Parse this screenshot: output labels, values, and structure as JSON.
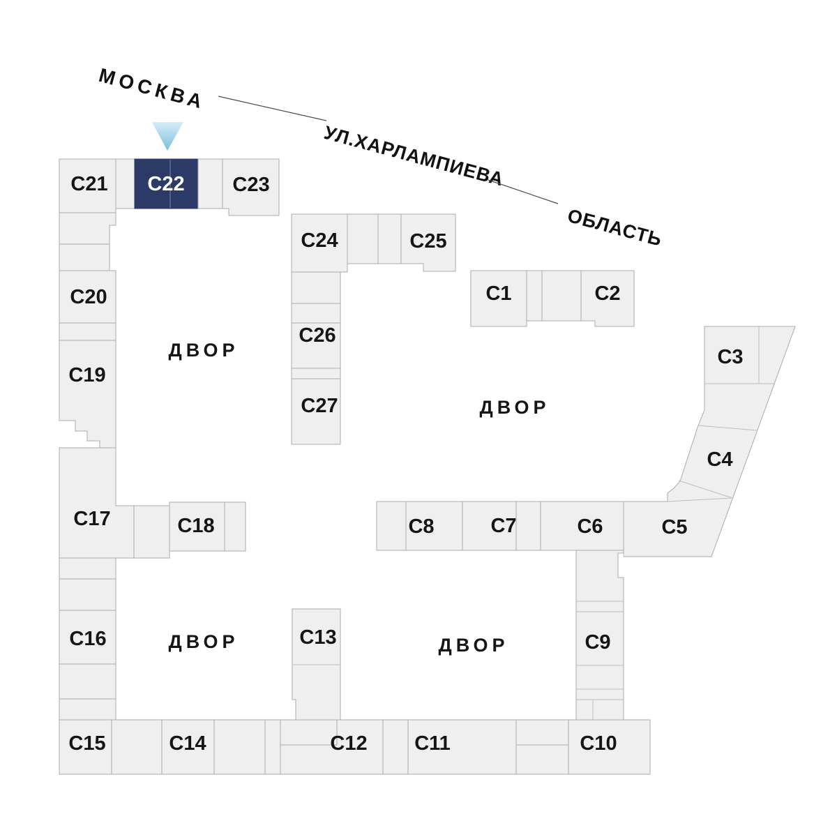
{
  "streets": {
    "moscow": "МОСКВА",
    "kharlampieva": "УЛ.ХАРЛАМПИЕВА",
    "oblast": "ОБЛАСТЬ"
  },
  "courtyard_label": "ДВОР",
  "selected_building": "С22",
  "buildings": {
    "c1": "С1",
    "c2": "С2",
    "c3": "С3",
    "c4": "С4",
    "c5": "С5",
    "c6": "С6",
    "c7": "С7",
    "c8": "С8",
    "c9": "С9",
    "c10": "С10",
    "c11": "С11",
    "c12": "С12",
    "c13": "С13",
    "c14": "С14",
    "c15": "С15",
    "c16": "С16",
    "c17": "С17",
    "c18": "С18",
    "c19": "С19",
    "c20": "С20",
    "c21": "С21",
    "c22": "С22",
    "c23": "С23",
    "c24": "С24",
    "c25": "С25",
    "c26": "С26",
    "c27": "С27"
  },
  "colors": {
    "building_fill": "#efefef",
    "building_border": "#ababab",
    "selected_fill": "#2c3a67",
    "selected_text": "#ffffff",
    "label_text": "#151515",
    "marker_gradient_top": "#d6ecf7",
    "marker_gradient_bottom": "#79bede"
  }
}
